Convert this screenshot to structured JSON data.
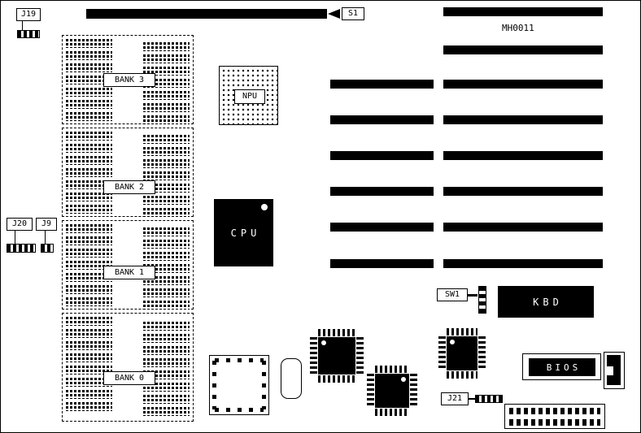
{
  "board": {
    "silkscreen": {
      "part_number": "MH0011"
    },
    "connectors": {
      "s1": "S1",
      "j19": "J19",
      "j20": "J20",
      "j9": "J9",
      "j21": "J21",
      "sw1": "SW1"
    },
    "memory_banks": [
      {
        "label": "BANK 3"
      },
      {
        "label": "BANK 2"
      },
      {
        "label": "BANK 1"
      },
      {
        "label": "BANK 0"
      }
    ],
    "chips": {
      "npu": "NPU",
      "cpu": "CPU",
      "kbd": "KBD",
      "bios": "BIOS"
    }
  },
  "colors": {
    "ink": "#000000",
    "background": "#ffffff"
  }
}
